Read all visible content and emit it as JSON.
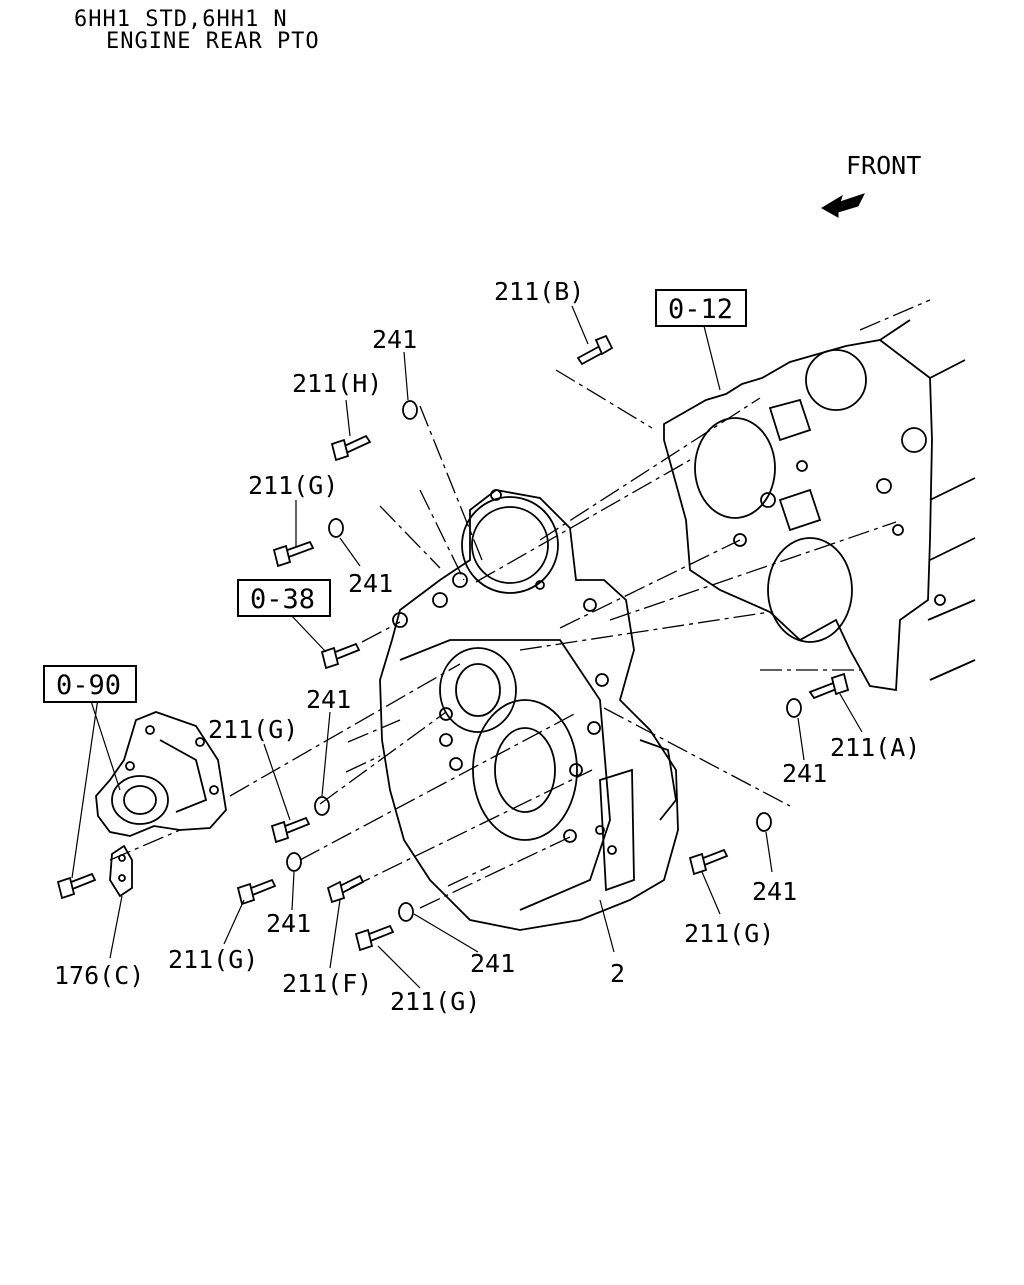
{
  "header": {
    "line1": "6HH1 STD,6HH1 N",
    "line2": "ENGINE REAR PTO"
  },
  "front_indicator": {
    "label": "FRONT",
    "icon": "arrow-icon"
  },
  "reference_boxes": {
    "ref_0_12": "0-12",
    "ref_0_38": "0-38",
    "ref_0_90": "0-90"
  },
  "callouts": {
    "c_211_b": "211(B)",
    "c_241_top": "241",
    "c_211_h": "211(H)",
    "c_211_g_upper": "211(G)",
    "c_241_upper": "241",
    "c_241_mid": "241",
    "c_211_g_mid": "211(G)",
    "c_211_a": "211(A)",
    "c_241_right": "241",
    "c_241_far_right": "241",
    "c_211_g_right": "211(G)",
    "c_241_lower_left": "241",
    "c_211_g_lower_left": "211(G)",
    "c_176_c": "176(C)",
    "c_211_f": "211(F)",
    "c_211_g_bottom": "211(G)",
    "c_241_bottom": "241",
    "c_2": "2"
  }
}
